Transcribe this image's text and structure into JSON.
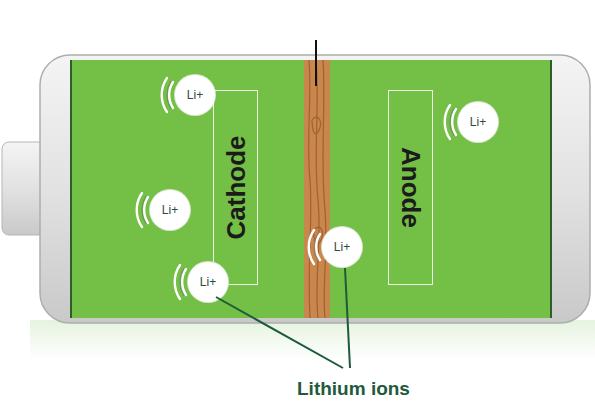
{
  "diagram": {
    "nodes": [
      {
        "text": [
          "Li+"
        ]
      },
      {
        "text": [
          "Cathode"
        ]
      },
      {
        "text": [
          "Anode"
        ]
      },
      {
        "text": [
          "Li+"
        ]
      },
      {
        "text": [
          "Li+"
        ]
      },
      {
        "text": [
          "Li+"
        ]
      },
      {
        "text": [
          "Li+"
        ]
      }
    ],
    "labels": [
      "Lithium ions"
    ]
  }
}
